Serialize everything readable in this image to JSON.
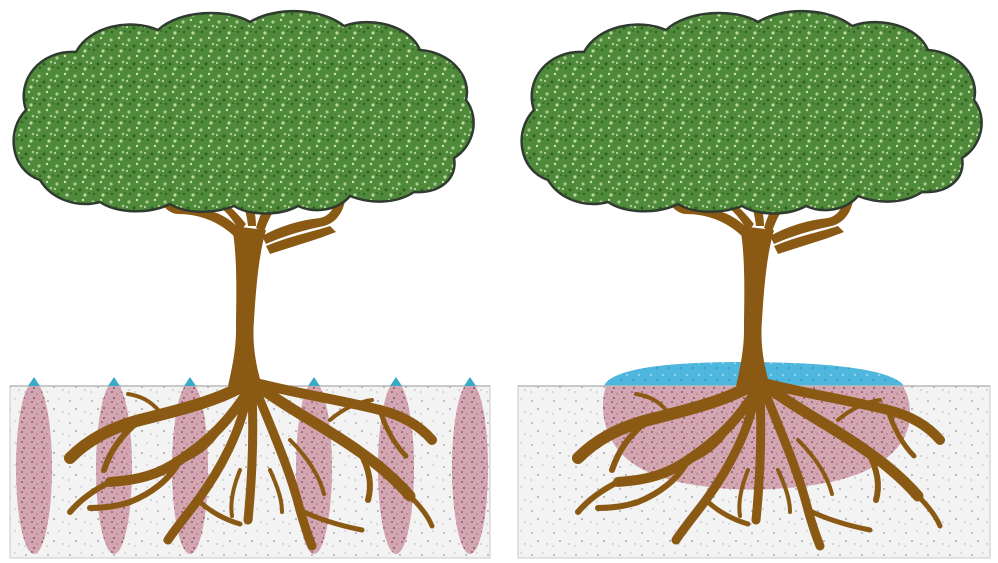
{
  "colors": {
    "background": "#ffffff",
    "canopy": "#4f8a3a",
    "canopy_light": "#a9c98e",
    "canopy_outline": "#2f3b2f",
    "trunk": "#8a5a14",
    "soil": "#f1f1f1",
    "soil_speck": "#9a9aa8",
    "wetted_soil": "#c99aa6",
    "wetted_speck": "#8b4d63",
    "water": "#4fb7dd",
    "emitter": "#39a9c8"
  },
  "panels": [
    {
      "id": "drip-emitters",
      "emitter_count": 6,
      "wetting_zones": 6,
      "surface_water_pool": false
    },
    {
      "id": "surface-flooding",
      "emitter_count": 0,
      "wetting_zones": 1,
      "surface_water_pool": true
    }
  ]
}
